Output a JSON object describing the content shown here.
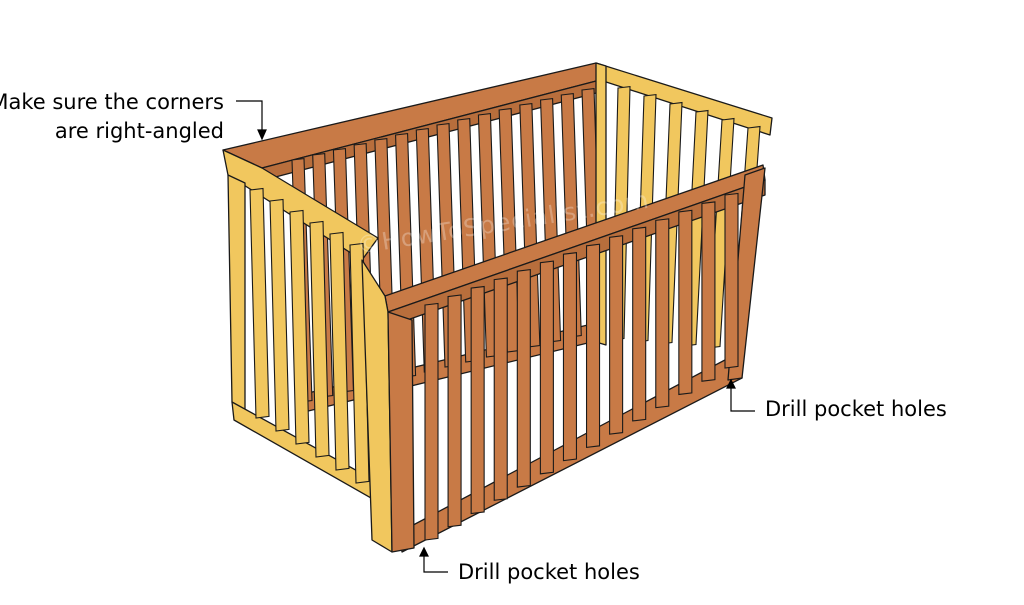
{
  "diagram": {
    "callouts": {
      "corner_line1": "Make sure the corners",
      "corner_line2": "are right-angled",
      "drill_right": "Drill pocket holes",
      "drill_bottom": "Drill pocket holes"
    },
    "watermark": "©HowToSpecialist.com",
    "colors": {
      "background": "#ffffff",
      "wood_dark": "#c87a46",
      "wood_light": "#f1c75e",
      "outline": "#1a1a1a",
      "leader": "#000000"
    }
  }
}
